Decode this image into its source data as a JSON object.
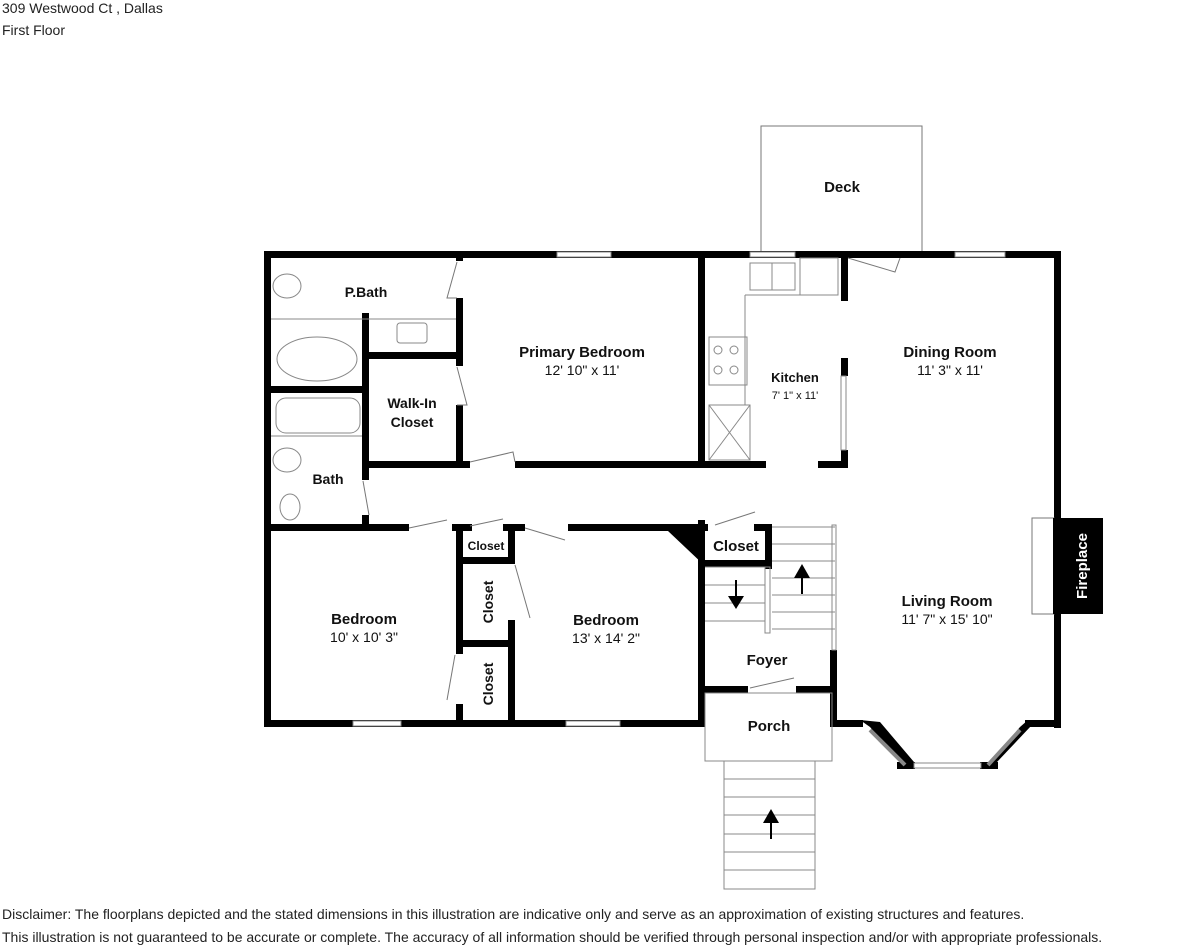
{
  "header": {
    "address": "309 Westwood Ct , Dallas",
    "floor": "First Floor"
  },
  "rooms": {
    "deck": {
      "name": "Deck"
    },
    "pbath": {
      "name": "P.Bath"
    },
    "primary_bedroom": {
      "name": "Primary Bedroom",
      "dims": "12' 10\" x 11'"
    },
    "walkin_closet": {
      "name_line1": "Walk-In",
      "name_line2": "Closet"
    },
    "kitchen": {
      "name": "Kitchen",
      "dims": "7' 1\" x 11'"
    },
    "dining_room": {
      "name": "Dining Room",
      "dims": "11' 3\" x 11'"
    },
    "bath": {
      "name": "Bath"
    },
    "bedroom_left": {
      "name": "Bedroom",
      "dims": "10' x 10' 3\""
    },
    "closet_small": {
      "name": "Closet"
    },
    "closet_mid": {
      "name": "Closet"
    },
    "closet_low": {
      "name": "Closet"
    },
    "bedroom_right": {
      "name": "Bedroom",
      "dims": "13' x 14' 2\""
    },
    "closet_stair": {
      "name": "Closet"
    },
    "living_room": {
      "name": "Living Room",
      "dims": "11' 7\" x 15' 10\""
    },
    "fireplace": {
      "name": "Fireplace"
    },
    "foyer": {
      "name": "Foyer"
    },
    "porch": {
      "name": "Porch"
    }
  },
  "disclaimer": {
    "line1": "Disclaimer: The floorplans depicted and the stated dimensions in this illustration are indicative only and serve as an approximation of existing structures and features.",
    "line2": "This illustration is not guaranteed to be accurate or complete. The accuracy of all information should be verified through personal inspection and/or with appropriate professionals."
  }
}
